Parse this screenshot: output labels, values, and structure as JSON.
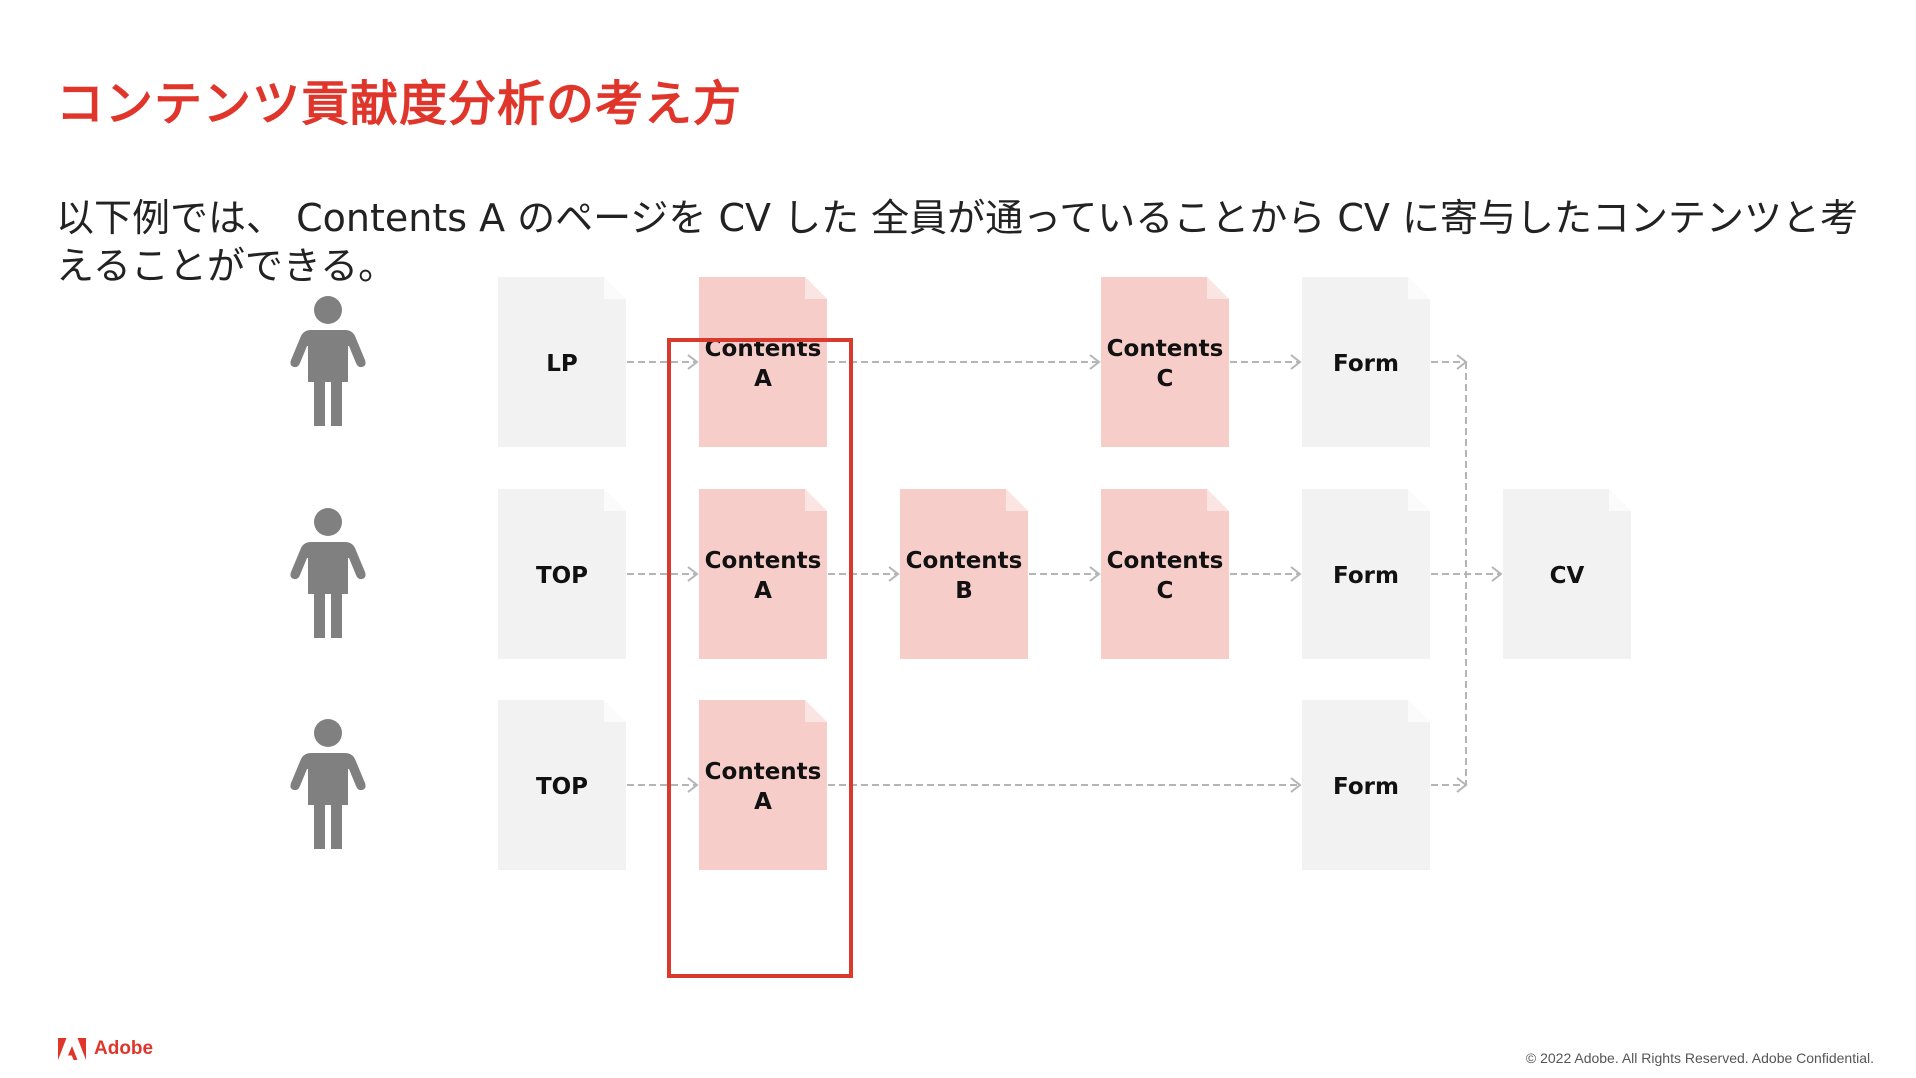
{
  "slide": {
    "title": "コンテンツ貢献度分析の考え方",
    "body": "以下例では、 Contents A のページを CV した 全員が通っていることから CV に寄与したコンテンツと考えることができる。"
  },
  "diagram": {
    "rows": [
      {
        "pages": [
          {
            "line1": "LP",
            "line2": "",
            "highlight": false
          },
          {
            "line1": "Contents",
            "line2": "A",
            "highlight": true
          },
          {
            "line1": "Contents",
            "line2": "C",
            "highlight": true
          },
          {
            "line1": "Form",
            "line2": "",
            "highlight": false
          }
        ]
      },
      {
        "pages": [
          {
            "line1": "TOP",
            "line2": "",
            "highlight": false
          },
          {
            "line1": "Contents",
            "line2": "A",
            "highlight": true
          },
          {
            "line1": "Contents",
            "line2": "B",
            "highlight": true
          },
          {
            "line1": "Contents",
            "line2": "C",
            "highlight": true
          },
          {
            "line1": "Form",
            "line2": "",
            "highlight": false
          }
        ]
      },
      {
        "pages": [
          {
            "line1": "TOP",
            "line2": "",
            "highlight": false
          },
          {
            "line1": "Contents",
            "line2": "A",
            "highlight": true
          },
          {
            "line1": "Form",
            "line2": "",
            "highlight": false
          }
        ]
      }
    ],
    "goal": {
      "line1": "CV",
      "line2": ""
    },
    "colors": {
      "page_gray": "#f2f2f2",
      "page_pink": "#f7cdc9",
      "fold_gray": "#fbfbfb",
      "fold_pink": "#fbe5e2",
      "highlight_border": "#d93a2e",
      "person": "#808080",
      "arrow": "#b5b5b5"
    }
  },
  "footer": {
    "logo": "Adobe",
    "logo_icon": "adobe-logo-icon",
    "copyright": "© 2022 Adobe. All Rights Reserved. Adobe Confidential."
  }
}
